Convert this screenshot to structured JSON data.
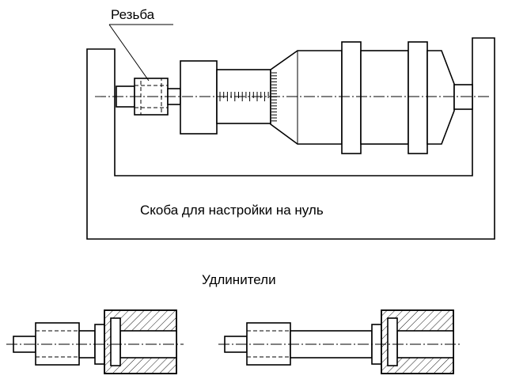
{
  "labels": {
    "thread": "Резьба",
    "zero_bracket": "Скоба для настройки на нуль",
    "extensions": "Удлинители"
  }
}
